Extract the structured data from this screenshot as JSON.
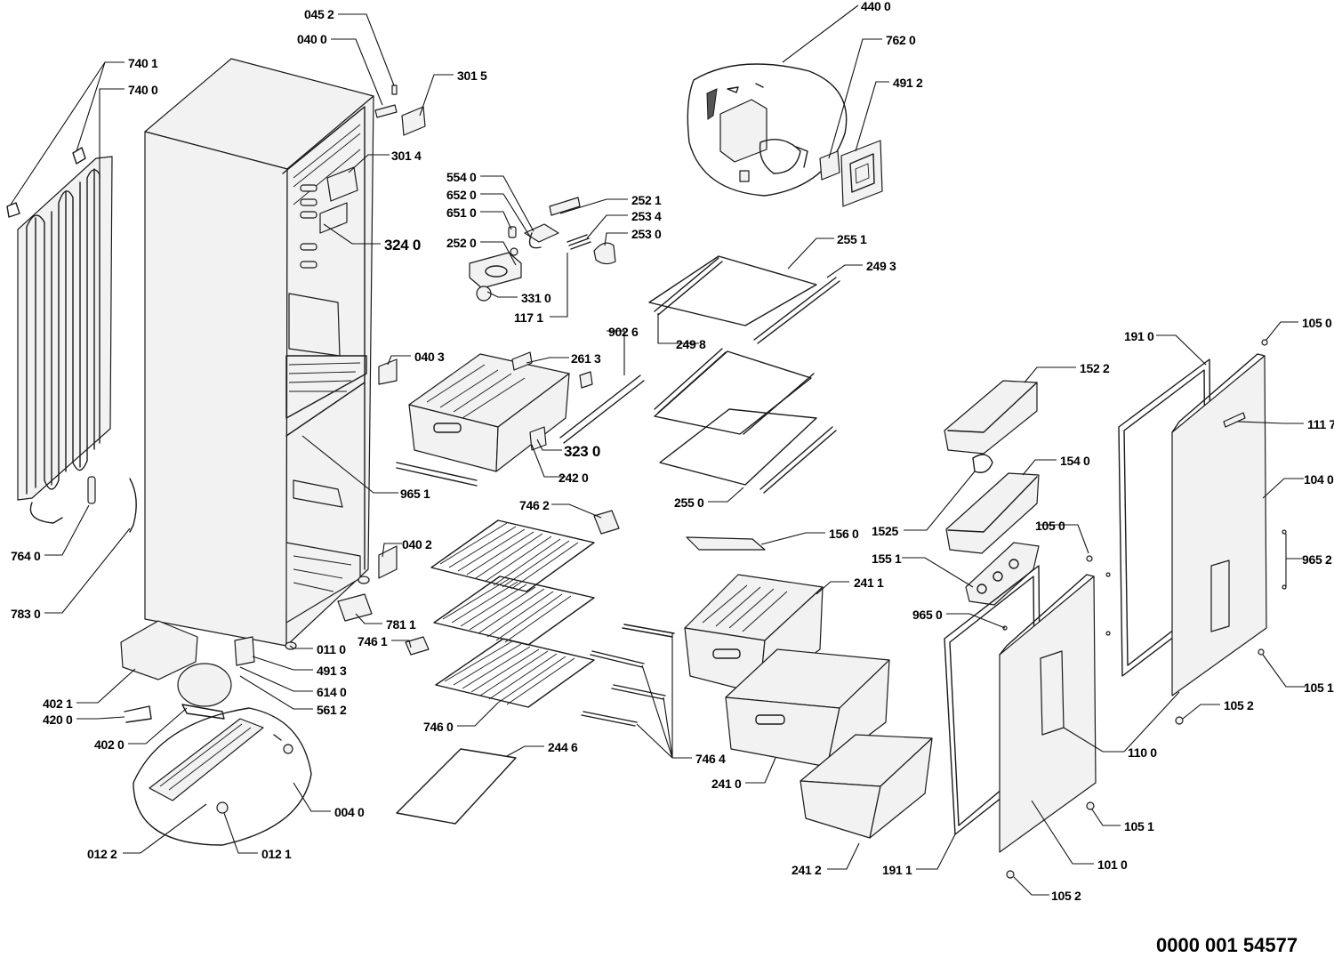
{
  "document_number": "0000 001 54577",
  "labels": [
    {
      "id": "p4400",
      "text": "440 0"
    },
    {
      "id": "p0452",
      "text": "045 2"
    },
    {
      "id": "p0400",
      "text": "040 0"
    },
    {
      "id": "p3015",
      "text": "301 5"
    },
    {
      "id": "p7401",
      "text": "740 1"
    },
    {
      "id": "p7400",
      "text": "740 0"
    },
    {
      "id": "p7620",
      "text": "762 0"
    },
    {
      "id": "p4912",
      "text": "491 2"
    },
    {
      "id": "p3014",
      "text": "301 4"
    },
    {
      "id": "p5540",
      "text": "554 0"
    },
    {
      "id": "p6520",
      "text": "652 0"
    },
    {
      "id": "p6510",
      "text": "651 0"
    },
    {
      "id": "p2521",
      "text": "252 1"
    },
    {
      "id": "p2534",
      "text": "253 4"
    },
    {
      "id": "p2530",
      "text": "253 0"
    },
    {
      "id": "p3240",
      "text": "324 0"
    },
    {
      "id": "p2520",
      "text": "252 0"
    },
    {
      "id": "p2551",
      "text": "255 1"
    },
    {
      "id": "p2493",
      "text": "249 3"
    },
    {
      "id": "p3310",
      "text": "331 0"
    },
    {
      "id": "p1171",
      "text": "117 1"
    },
    {
      "id": "p1050a",
      "text": "105 0"
    },
    {
      "id": "p9026",
      "text": "902 6"
    },
    {
      "id": "p1910",
      "text": "191 0"
    },
    {
      "id": "p2498",
      "text": "249 8"
    },
    {
      "id": "p0403",
      "text": "040 3"
    },
    {
      "id": "p2613",
      "text": "261 3"
    },
    {
      "id": "p1522",
      "text": "152 2"
    },
    {
      "id": "p1117",
      "text": "111 7"
    },
    {
      "id": "p3230",
      "text": "323 0"
    },
    {
      "id": "p1540",
      "text": "154 0"
    },
    {
      "id": "p2420",
      "text": "242 0"
    },
    {
      "id": "p1040",
      "text": "104 0"
    },
    {
      "id": "p9651",
      "text": "965 1"
    },
    {
      "id": "p7462",
      "text": "746 2"
    },
    {
      "id": "p2550",
      "text": "255 0"
    },
    {
      "id": "p1525",
      "text": "1525"
    },
    {
      "id": "p1050b",
      "text": "105 0"
    },
    {
      "id": "p1560",
      "text": "156 0"
    },
    {
      "id": "p0402",
      "text": "040 2"
    },
    {
      "id": "p7640",
      "text": "764 0"
    },
    {
      "id": "p1551",
      "text": "155 1"
    },
    {
      "id": "p9652",
      "text": "965 2"
    },
    {
      "id": "p2411",
      "text": "241 1"
    },
    {
      "id": "p7830",
      "text": "783 0"
    },
    {
      "id": "p9650",
      "text": "965 0"
    },
    {
      "id": "p7811",
      "text": "781 1"
    },
    {
      "id": "p7461",
      "text": "746 1"
    },
    {
      "id": "p0110",
      "text": "011 0"
    },
    {
      "id": "p4913",
      "text": "491 3"
    },
    {
      "id": "p1051a",
      "text": "105 1"
    },
    {
      "id": "p4021",
      "text": "402 1"
    },
    {
      "id": "p6140",
      "text": "614 0"
    },
    {
      "id": "p4200",
      "text": "420 0"
    },
    {
      "id": "p5612",
      "text": "561 2"
    },
    {
      "id": "p1052a",
      "text": "105 2"
    },
    {
      "id": "p4020",
      "text": "402 0"
    },
    {
      "id": "p7460",
      "text": "746 0"
    },
    {
      "id": "p2446",
      "text": "244 6"
    },
    {
      "id": "p1100",
      "text": "110 0"
    },
    {
      "id": "p7464",
      "text": "746 4"
    },
    {
      "id": "p2410",
      "text": "241 0"
    },
    {
      "id": "p0040",
      "text": "004 0"
    },
    {
      "id": "p1051b",
      "text": "105 1"
    },
    {
      "id": "p0122",
      "text": "012 2"
    },
    {
      "id": "p0121",
      "text": "012 1"
    },
    {
      "id": "p1011",
      "text": "191 1"
    },
    {
      "id": "p1010",
      "text": "101 0"
    },
    {
      "id": "p2412",
      "text": "241 2"
    },
    {
      "id": "p1052b",
      "text": "105 2"
    }
  ]
}
